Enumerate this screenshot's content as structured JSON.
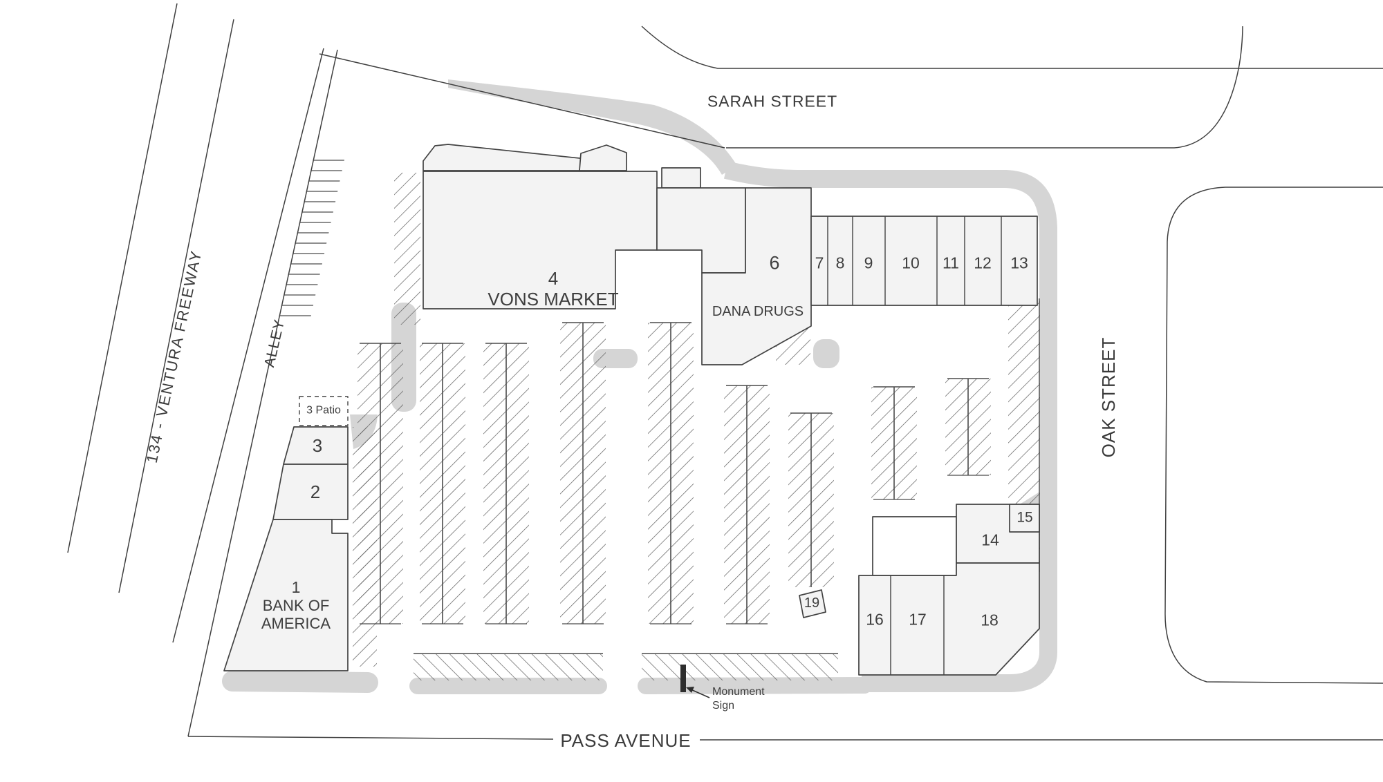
{
  "streets": {
    "freeway": "134 - VENTURA FREEWAY",
    "alley": "ALLEY",
    "sarah": "SARAH STREET",
    "oak": "OAK STREET",
    "pass": "PASS AVENUE"
  },
  "buildings": {
    "b1_num": "1",
    "b1_line1": "BANK OF",
    "b1_line2": "AMERICA",
    "b2": "2",
    "b3": "3",
    "patio": "3 Patio",
    "b4_num": "4",
    "b4_name": "VONS MARKET",
    "b6": "6",
    "dana": "DANA DRUGS",
    "b7": "7",
    "b8": "8",
    "b9": "9",
    "b10": "10",
    "b11": "11",
    "b12": "12",
    "b13": "13",
    "b14": "14",
    "b15": "15",
    "b16": "16",
    "b17": "17",
    "b18": "18",
    "b19": "19"
  },
  "annotations": {
    "monument_line1": "Monument",
    "monument_line2": "Sign"
  },
  "colors": {
    "street_band": "#d5d5d5",
    "building_fill": "#f3f3f3",
    "line": "#424242",
    "text": "#3e3e3e"
  }
}
